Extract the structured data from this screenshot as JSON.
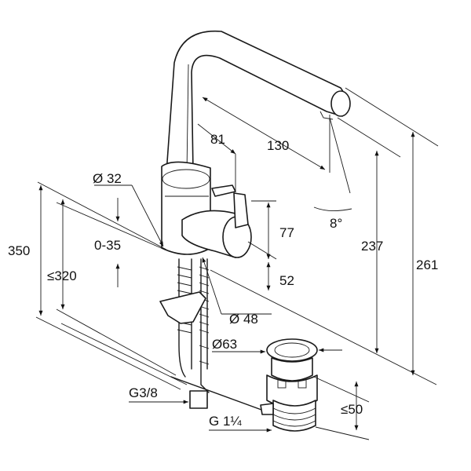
{
  "dimensions": {
    "d_81": "81",
    "d_130": "130",
    "d_phi32": "Ø 32",
    "d_350": "350",
    "d_0_35": "0-35",
    "d_le320": "≤320",
    "d_237": "237",
    "d_261": "261",
    "d_77": "77",
    "d_52": "52",
    "d_8deg": "8°",
    "d_phi48": "Ø 48",
    "d_phi63": "Ø63",
    "d_g38": "G3/8",
    "d_g114": "G 1¼",
    "d_le50": "≤50"
  }
}
